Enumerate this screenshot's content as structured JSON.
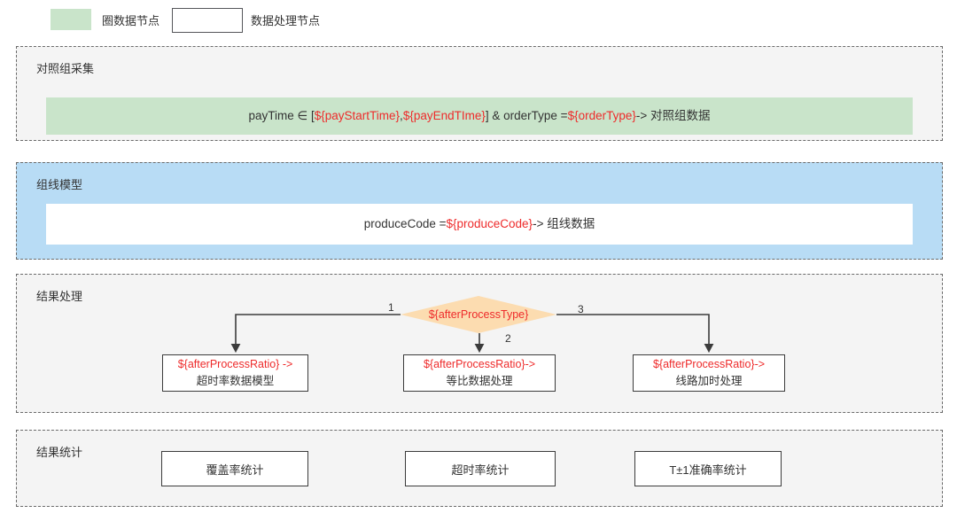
{
  "legend": {
    "items": [
      {
        "icon": "green-swatch",
        "label": "圈数据节点",
        "color": "#c9e4ca"
      },
      {
        "icon": "white-box-swatch",
        "label": "数据处理节点",
        "color": "#ffffff"
      }
    ]
  },
  "sections": {
    "control": {
      "title": "对照组采集",
      "band_color": "#c9e4ca",
      "formula": {
        "parts": [
          {
            "text": "payTime ∈ [",
            "color": "plain"
          },
          {
            "text": "${payStartTime}",
            "color": "var"
          },
          {
            "text": " , ",
            "color": "plain"
          },
          {
            "text": "${payEndTIme}",
            "color": "var"
          },
          {
            "text": "] & orderType = ",
            "color": "plain"
          },
          {
            "text": "${orderType}",
            "color": "var"
          },
          {
            "text": " -> 对照组数据",
            "color": "plain"
          }
        ]
      }
    },
    "groupline": {
      "title": "组线模型",
      "background": "#b8dcf5",
      "band_color": "#ffffff",
      "formula": {
        "parts": [
          {
            "text": "produceCode = ",
            "color": "plain"
          },
          {
            "text": "${produceCode}",
            "color": "var"
          },
          {
            "text": " -> 组线数据",
            "color": "plain"
          }
        ]
      }
    },
    "result": {
      "title": "结果处理",
      "decision": {
        "label": "${afterProcessType}",
        "fill": "#fcdcb0",
        "text_color": "#ee2b2b"
      },
      "branch_labels": [
        "1",
        "2",
        "3"
      ],
      "boxes": [
        {
          "top": "${afterProcessRatio} ->",
          "bottom": "超时率数据模型"
        },
        {
          "top": "${afterProcessRatio}->",
          "bottom": "等比数据处理"
        },
        {
          "top": "${afterProcessRatio}->",
          "bottom": "线路加时处理"
        }
      ]
    },
    "stats": {
      "title": "结果统计",
      "boxes": [
        "覆盖率统计",
        "超时率统计",
        "T±1准确率统计"
      ]
    }
  }
}
